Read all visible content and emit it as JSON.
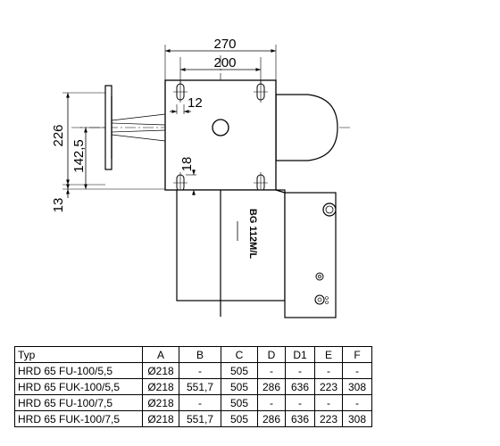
{
  "drawing": {
    "dimensions": {
      "overall_width": "270",
      "inner_width": "200",
      "slot_offset": "12",
      "overall_height": "226",
      "axis_height": "142,5",
      "slot_height": "18",
      "bottom_offset": "13"
    },
    "housing_label": "BG 112M/L"
  },
  "table": {
    "headers": [
      "Typ",
      "A",
      "B",
      "C",
      "D",
      "D1",
      "E",
      "F"
    ],
    "rows": [
      [
        "HRD 65 FU-100/5,5",
        "Ø218",
        "-",
        "505",
        "-",
        "-",
        "-",
        "-"
      ],
      [
        "HRD 65 FUK-100/5,5",
        "Ø218",
        "551,7",
        "505",
        "286",
        "636",
        "223",
        "308"
      ],
      [
        "HRD 65 FU-100/7,5",
        "Ø218",
        "-",
        "505",
        "-",
        "-",
        "-",
        "-"
      ],
      [
        "HRD 65 FUK-100/7,5",
        "Ø218",
        "551,7",
        "505",
        "286",
        "636",
        "223",
        "308"
      ]
    ]
  }
}
